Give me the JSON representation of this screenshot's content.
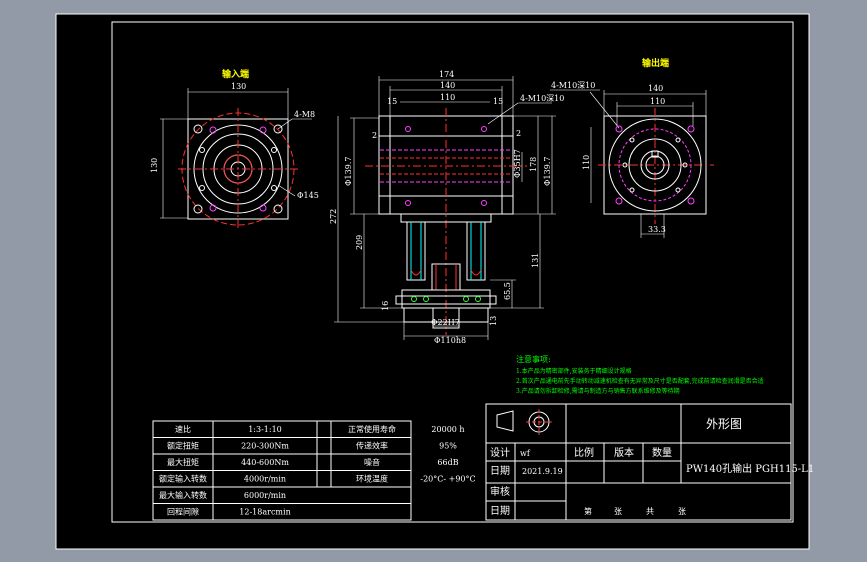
{
  "drawing": {
    "input_label": "输入端",
    "output_label": "输出端",
    "title": "外形图",
    "part_name": "PW140孔输出 PGH115-L1"
  },
  "input_view": {
    "dim_width": "130",
    "dim_height": "130",
    "dim_holes": "4-M8",
    "dim_circle": "Φ145"
  },
  "side_view": {
    "dim_174": "174",
    "dim_140": "140",
    "dim_110": "110",
    "dim_15a": "15",
    "dim_15b": "15",
    "dim_holes_top": "4-M10深10",
    "dim_2a": "2",
    "dim_2b": "2",
    "dim_left_dia": "Φ139.7",
    "dim_inner": "Φ35H7",
    "dim_178": "178",
    "dim_right_dia": "Φ139.7",
    "dim_272": "272",
    "dim_209": "209",
    "dim_131": "131",
    "dim_16": "16",
    "dim_65": "65.5",
    "dim_13": "13",
    "dim_bottom_inner": "Φ22H7",
    "dim_bottom_outer": "Φ110h8"
  },
  "output_view": {
    "dim_holes": "4-M10深10",
    "dim_140": "140",
    "dim_110": "110",
    "dim_height": "110",
    "dim_key": "33.3"
  },
  "notes": {
    "title": "注意事项:",
    "items": [
      "1.本产品为精密部件,安装务于精细设计规格",
      "2.首次产品通电前先手动转动减速机检查有无异常及尺寸是否配套,完成前请检查润滑是否合适",
      "3.产品请勿拆卸检修,需请与制造方与销售方联系维修及等待期"
    ]
  },
  "specs": {
    "rows": [
      {
        "l1": "速比",
        "v1": "1:3-1:10",
        "l2": "正常使用寿命",
        "v2": "20000 h"
      },
      {
        "l1": "额定扭矩",
        "v1": "220-300Nm",
        "l2": "传递效率",
        "v2": "95%"
      },
      {
        "l1": "最大扭矩",
        "v1": "440-600Nm",
        "l2": "噪音",
        "v2": "66dB"
      },
      {
        "l1": "额定输入转数",
        "v1": "4000r/min",
        "l2": "环境温度",
        "v2": "-20°C- +90°C"
      },
      {
        "l1": "最大输入转数",
        "v1": "6000r/min",
        "l2": "",
        "v2": ""
      },
      {
        "l1": "回程间隙",
        "v1": "12-18arcmin",
        "l2": "",
        "v2": ""
      }
    ]
  },
  "title_block": {
    "design_label": "设计",
    "design_value": "wf",
    "scale_label": "比例",
    "version_label": "版本",
    "qty_label": "数量",
    "date_label": "日期",
    "date_value": "2021.9.19",
    "review_label": "审核",
    "date2_label": "日期",
    "sheet_di": "第",
    "sheet_zhang1": "张",
    "sheet_gong": "共",
    "sheet_zhang2": "张"
  }
}
